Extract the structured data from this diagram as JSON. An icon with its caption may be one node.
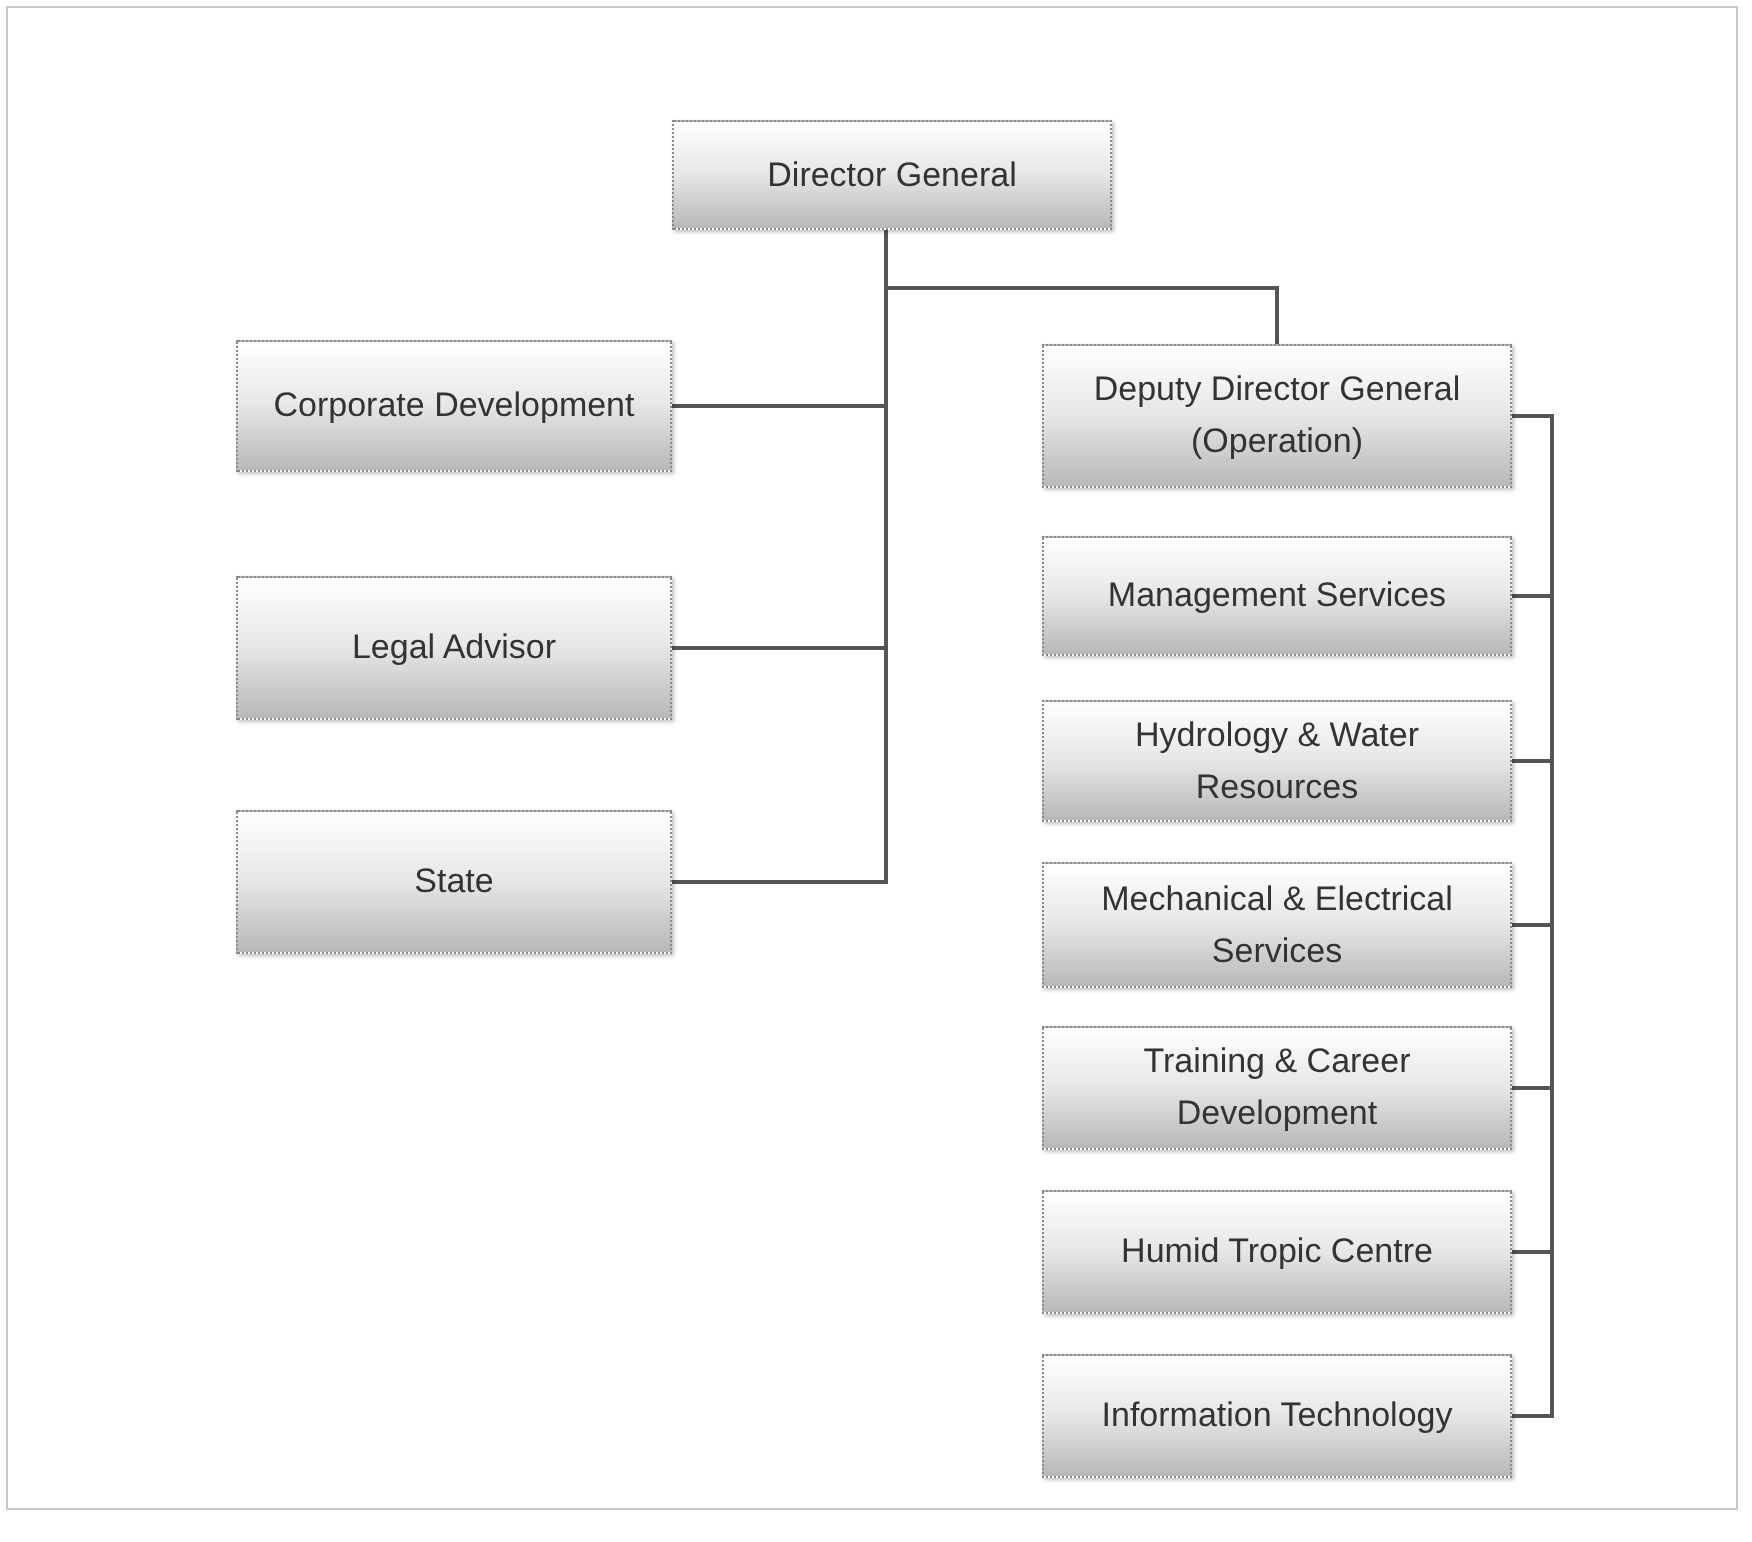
{
  "diagram": {
    "nodes": [
      {
        "text": [
          "Director General"
        ]
      },
      {
        "text": [
          "Corporate Development"
        ]
      },
      {
        "text": [
          "Legal Advisor"
        ]
      },
      {
        "text": [
          "State"
        ]
      },
      {
        "text": [
          "Deputy Director General (Operation)"
        ]
      },
      {
        "text": [
          "Management Services"
        ]
      },
      {
        "text": [
          "Hydrology & Water Resources"
        ]
      },
      {
        "text": [
          "Mechanical & Electrical Services"
        ]
      },
      {
        "text": [
          "Training & Career Development"
        ]
      },
      {
        "text": [
          "Humid Tropic Centre"
        ]
      },
      {
        "text": [
          "Information Technology"
        ]
      }
    ],
    "edges": [
      {
        "from": 0,
        "to": 1,
        "arrow": "none"
      },
      {
        "from": 0,
        "to": 2,
        "arrow": "none"
      },
      {
        "from": 0,
        "to": 3,
        "arrow": "none"
      },
      {
        "from": 0,
        "to": 4,
        "arrow": "none"
      },
      {
        "from": 4,
        "to": 5,
        "arrow": "none"
      },
      {
        "from": 4,
        "to": 6,
        "arrow": "none"
      },
      {
        "from": 4,
        "to": 7,
        "arrow": "none"
      },
      {
        "from": 4,
        "to": 8,
        "arrow": "none"
      },
      {
        "from": 4,
        "to": 9,
        "arrow": "none"
      },
      {
        "from": 4,
        "to": 10,
        "arrow": "none"
      }
    ]
  }
}
